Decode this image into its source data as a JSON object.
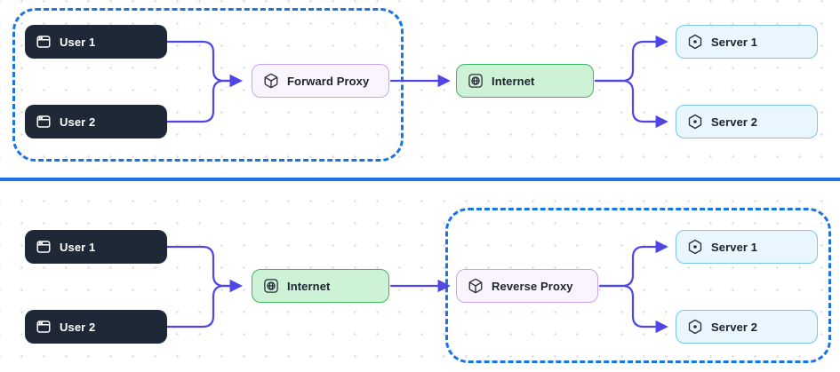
{
  "colors": {
    "boundary_dashed_blue": "#1b74e4",
    "divider_blue": "#1b74e4",
    "arrow_indigo": "#4f46e5",
    "user_node_bg": "#1f2836",
    "proxy_node_bg": "#faf4fe",
    "proxy_node_border": "#c9a5ef",
    "internet_node_bg": "#cdf2d6",
    "internet_node_border": "#3cb85f",
    "server_node_bg": "#e9f6fe",
    "server_node_border": "#7cc3ef"
  },
  "icons": {
    "user": "browser-icon",
    "proxy": "cube-icon",
    "internet": "globe-icon",
    "server": "hex-nut-icon"
  },
  "sections": [
    {
      "name": "forward-proxy-flow",
      "nodes": [
        {
          "id": "user1",
          "label": "User 1",
          "type": "user"
        },
        {
          "id": "user2",
          "label": "User 2",
          "type": "user"
        },
        {
          "id": "forward-proxy",
          "label": "Forward Proxy",
          "type": "proxy"
        },
        {
          "id": "internet",
          "label": "Internet",
          "type": "internet"
        },
        {
          "id": "server1",
          "label": "Server 1",
          "type": "server"
        },
        {
          "id": "server2",
          "label": "Server 2",
          "type": "server"
        }
      ]
    },
    {
      "name": "reverse-proxy-flow",
      "nodes": [
        {
          "id": "user1",
          "label": "User 1",
          "type": "user"
        },
        {
          "id": "user2",
          "label": "User 2",
          "type": "user"
        },
        {
          "id": "internet",
          "label": "Internet",
          "type": "internet"
        },
        {
          "id": "reverse-proxy",
          "label": "Reverse Proxy",
          "type": "proxy"
        },
        {
          "id": "server1",
          "label": "Server 1",
          "type": "server"
        },
        {
          "id": "server2",
          "label": "Server 2",
          "type": "server"
        }
      ]
    }
  ]
}
